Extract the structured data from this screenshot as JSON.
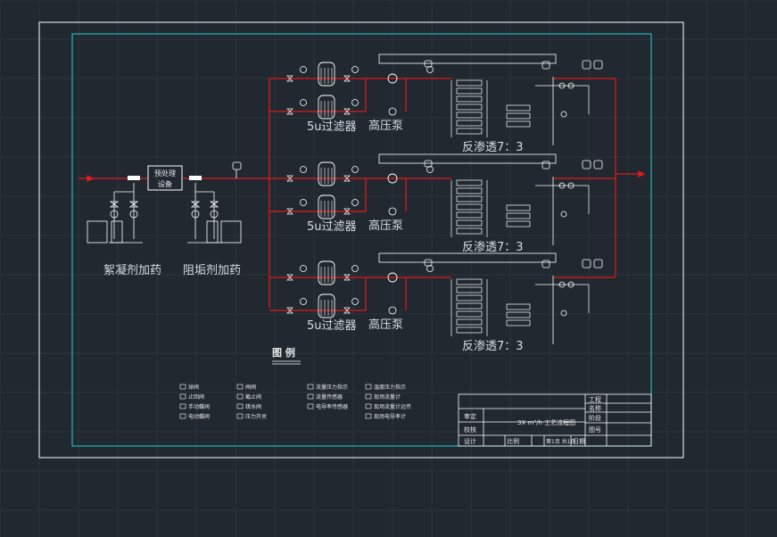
{
  "drawing": {
    "labels": {
      "pretreat": "预处理",
      "pretreat2": "设备",
      "filter": "5u过滤器",
      "hp_pump": "高压泵",
      "ro": "反渗透7：3",
      "coag": "絮凝剂加药",
      "antiscal": "阻垢剂加药",
      "legend_title": "图  例"
    },
    "legend": {
      "col1": [
        "球阀",
        "止回阀",
        "手动蝶阀",
        "电动蝶阀"
      ],
      "col2": [
        "闸阀",
        "截止阀",
        "疏水阀",
        "压力开关"
      ],
      "col3": [
        "流量压力指示",
        "流量传感器",
        "电导率传感器"
      ],
      "col4": [
        "温度压力指示",
        "现场流量计",
        "现场流量计远传",
        "现场电导率计"
      ]
    },
    "title_block": {
      "row1": [
        "审定",
        "3X  m³/h  工艺流程图"
      ],
      "row2": [
        "校核",
        ""
      ],
      "row3": [
        "设计",
        "比例",
        "第1页 共1页",
        "日期"
      ],
      "side": [
        "工程",
        "名称",
        "阶段",
        "图号"
      ]
    },
    "colors": {
      "background": "#212830",
      "grid": "#2b333c",
      "frame": "#ffffff",
      "inner_frame": "#1fd6d6",
      "pipe": "#e01a1a",
      "symbol": "#ffffff"
    }
  }
}
